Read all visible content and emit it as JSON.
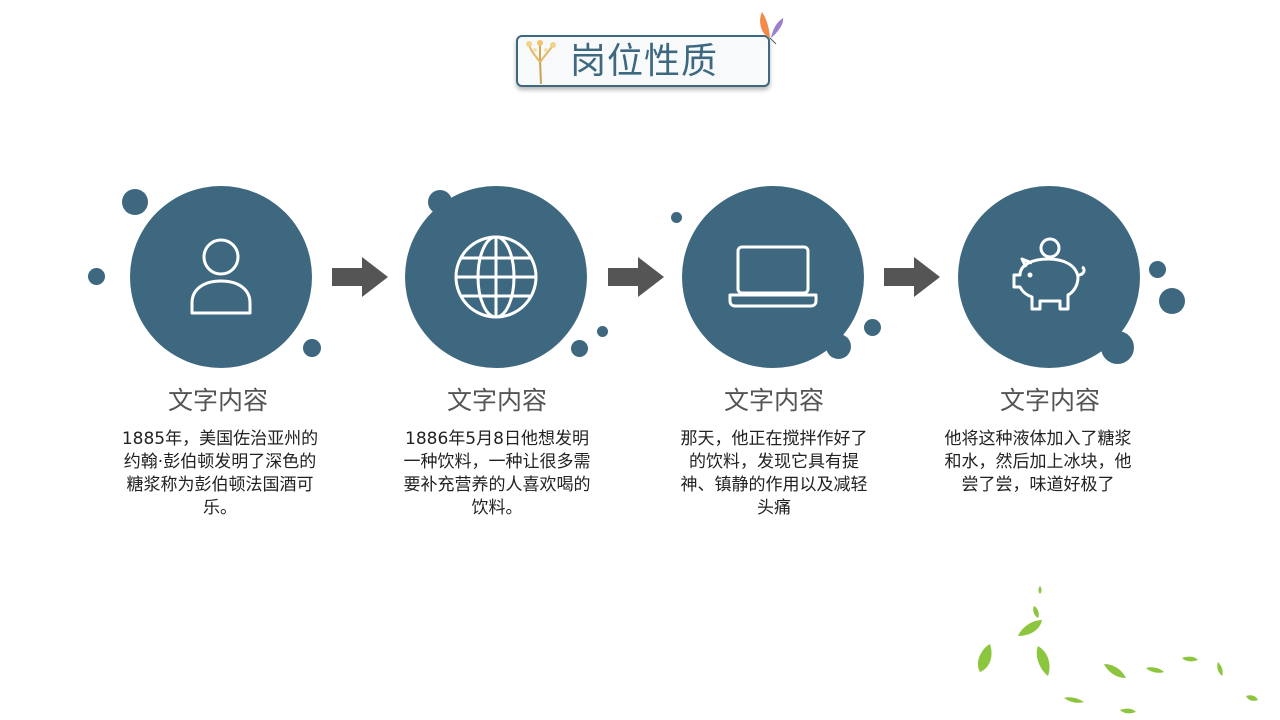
{
  "title": "岗位性质",
  "colors": {
    "primary": "#3e6880",
    "arrow": "#555555",
    "leaf": "#8cc63f"
  },
  "steps": [
    {
      "icon": "user-icon",
      "heading": "文字内容",
      "text": "1885年，美国佐治亚州的约翰·彭伯顿发明了深色的糖浆称为彭伯顿法国酒可乐。"
    },
    {
      "icon": "globe-icon",
      "heading": "文字内容",
      "text": "1886年5月8日他想发明一种饮料，一种让很多需要补充营养的人喜欢喝的饮料。"
    },
    {
      "icon": "laptop-icon",
      "heading": "文字内容",
      "text": "那天，他正在搅拌作好了的饮料，发现它具有提神、镇静的作用以及减轻头痛"
    },
    {
      "icon": "piggy-bank-icon",
      "heading": "文字内容",
      "text": "他将这种液体加入了糖浆和水，然后加上冰块，他尝了尝，味道好极了"
    }
  ]
}
